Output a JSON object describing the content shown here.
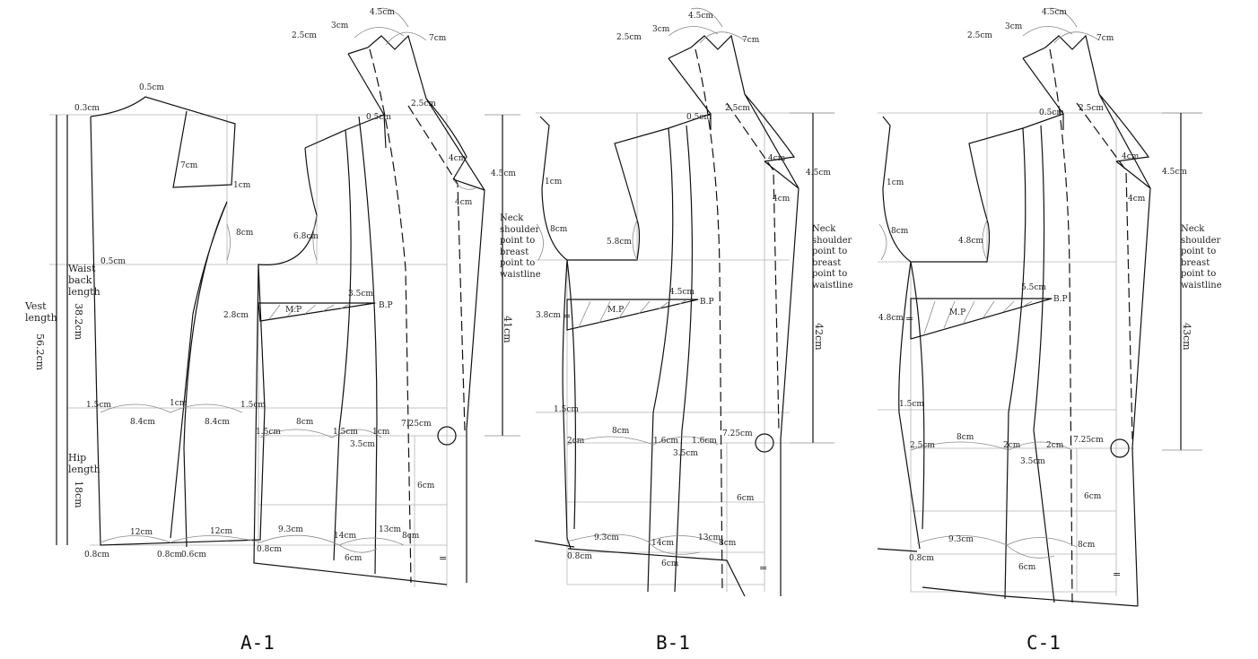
{
  "panels": [
    {
      "caption": "A-1",
      "labels": {
        "vest_length": "Vest length",
        "vest_length_value": "56.2cm",
        "waist_back_length": "Waist back length",
        "waist_back_value": "38.2cm",
        "hip_length": "Hip length",
        "hip_length_value": "18cm",
        "neck_shoulder": "Neck shoulder point to breast point to waistline",
        "neck_value": "41cm",
        "mp": "M.P",
        "bp": "B.P"
      },
      "measures": {
        "m1": "0.5cm",
        "m2": "0.3cm",
        "m3": "7cm",
        "m4": "1cm",
        "m5": "8cm",
        "m6": "6.8cm",
        "m7": "0.5cm",
        "m8": "2.8cm",
        "m9": "3.5cm",
        "m10": "0.5cm",
        "m11": "2.5cm",
        "m12": "4cm",
        "m13": "4cm",
        "m14": "4.5cm",
        "m15": "2.5cm",
        "m16": "3cm",
        "m17": "4.5cm",
        "m18": "7cm",
        "m19": "1.5cm",
        "m20": "1cm",
        "m21": "1.5cm",
        "m22": "8.4cm",
        "m23": "8.4cm",
        "m24": "1.5cm",
        "m25": "8cm",
        "m26": "1.5cm",
        "m27": "1cm",
        "m28": "7.25cm",
        "m29": "3.5cm",
        "m30": "6cm",
        "m31": "12cm",
        "m32": "12cm",
        "m33": "9.3cm",
        "m34": "14cm",
        "m35": "13cm",
        "m36": "8cm",
        "m37": "6cm",
        "m38": "0.8cm",
        "m39": "0.8cm",
        "m40": "0.6cm",
        "m41": "0.8cm"
      }
    },
    {
      "caption": "B-1",
      "labels": {
        "neck_shoulder": "Neck shoulder point to breast point to waistline",
        "neck_value": "42cm",
        "mp": "M.P",
        "bp": "B.P"
      },
      "measures": {
        "m1": "1cm",
        "m2": "8cm",
        "m3": "5.8cm",
        "m4": "3.8cm",
        "m5": "4.5cm",
        "m6": "0.5cm",
        "m7": "2.5cm",
        "m8": "4cm",
        "m9": "4cm",
        "m10": "4.5cm",
        "m11": "2.5cm",
        "m12": "3cm",
        "m13": "4.5cm",
        "m14": "7cm",
        "m15": "1.5cm",
        "m16": "2cm",
        "m17": "8cm",
        "m18": "1.6cm",
        "m19": "1.6cm",
        "m20": "7.25cm",
        "m21": "3.5cm",
        "m22": "6cm",
        "m23": "9.3cm",
        "m24": "14cm",
        "m25": "13cm",
        "m26": "8cm",
        "m27": "6cm",
        "m28": "0.8cm"
      }
    },
    {
      "caption": "C-1",
      "labels": {
        "neck_shoulder": "Neck shoulder point to breast point to waistline",
        "neck_value": "43cm",
        "mp": "M.P",
        "bp": "B.P"
      },
      "measures": {
        "m1": "1cm",
        "m2": "8cm",
        "m3": "4.8cm",
        "m4": "4.8cm",
        "m5": "5.5cm",
        "m6": "0.5cm",
        "m7": "2.5cm",
        "m8": "4cm",
        "m9": "4cm",
        "m10": "4.5cm",
        "m11": "2.5cm",
        "m12": "3cm",
        "m13": "4.5cm",
        "m14": "7cm",
        "m15": "1.5cm",
        "m16": "2.5cm",
        "m17": "8cm",
        "m18": "2cm",
        "m19": "2cm",
        "m20": "7.25cm",
        "m21": "3.5cm",
        "m22": "6cm",
        "m23": "9.3cm",
        "m24": "6cm",
        "m25": "8cm",
        "m26": "0.8cm"
      }
    }
  ],
  "colors": {
    "ink": "#111111",
    "construction": "#b4b4b4"
  }
}
